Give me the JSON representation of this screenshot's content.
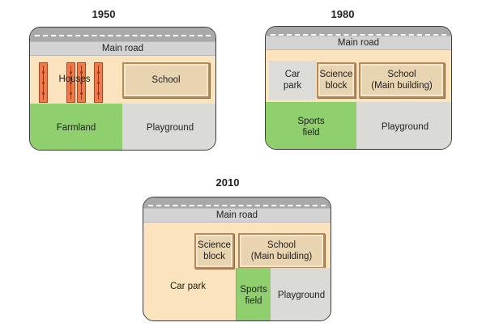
{
  "maps": {
    "y1950": {
      "year": "1950",
      "road": "Main road",
      "houses": "Houses",
      "school": "School",
      "farmland": "Farmland",
      "playground": "Playground"
    },
    "y1980": {
      "year": "1980",
      "road": "Main road",
      "carpark": "Car\npark",
      "science": "Science\nblock",
      "school": "School\n(Main building)",
      "sports": "Sports\nfield",
      "playground": "Playground"
    },
    "y2010": {
      "year": "2010",
      "road": "Main road",
      "science": "Science\nblock",
      "school": "School\n(Main building)",
      "carpark": "Car park",
      "sports": "Sports\nfield",
      "playground": "Playground"
    }
  },
  "colors": {
    "road": "#a9a9a9",
    "school_land": "#fbe4bd",
    "green": "#8fcf6e",
    "grey_area": "#dadad6",
    "building": "#e9d4b2",
    "houses": "#f07a4a"
  }
}
